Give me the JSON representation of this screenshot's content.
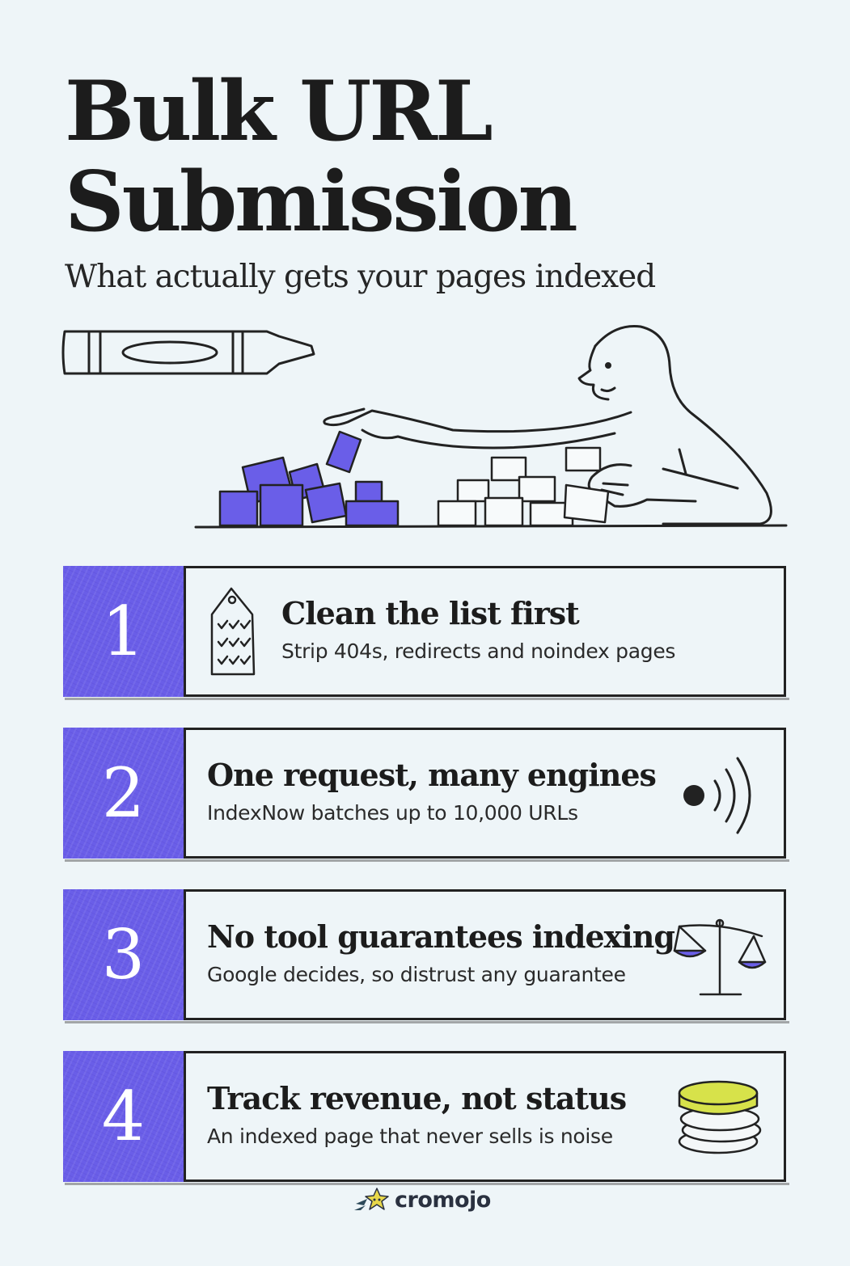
{
  "header": {
    "title_line1": "Bulk URL",
    "title_line2": "Submission",
    "subtitle": "What actually gets your pages indexed"
  },
  "steps": [
    {
      "number": "1",
      "title": "Clean the list first",
      "description": "Strip 404s, redirects and noindex pages",
      "icon": "checklist-tag-icon"
    },
    {
      "number": "2",
      "title": "One request, many engines",
      "description": "IndexNow batches up to 10,000 URLs",
      "icon": "broadcast-signal-icon"
    },
    {
      "number": "3",
      "title": "No tool guarantees indexing",
      "description": "Google decides, so distrust any guarantee",
      "icon": "balance-scale-icon"
    },
    {
      "number": "4",
      "title": "Track revenue, not status",
      "description": "An indexed page that never sells is noise",
      "icon": "coin-stack-icon"
    }
  ],
  "footer": {
    "brand": "cromojo",
    "logo_icon": "star-logo-icon"
  },
  "colors": {
    "background": "#eef5f8",
    "accent_purple": "#6a5ee8",
    "coin_yellow": "#d7e24a",
    "ink": "#1d1d1d"
  }
}
